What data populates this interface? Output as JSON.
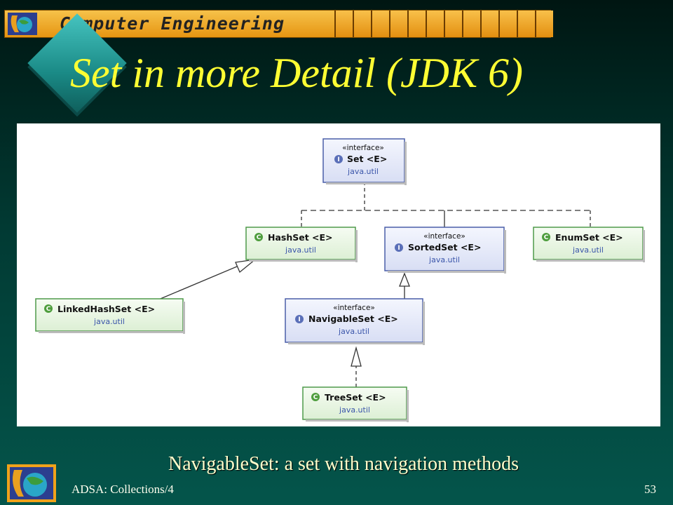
{
  "header": {
    "banner_title": "Computer Engineering",
    "slide_title": "Set in more Detail (JDK 6)"
  },
  "diagram": {
    "nodes": {
      "set": {
        "stereotype": "«interface»",
        "name": "Set <E>",
        "package": "java.util",
        "kind": "interface"
      },
      "hashset": {
        "name": "HashSet <E>",
        "package": "java.util",
        "kind": "class"
      },
      "sortedset": {
        "stereotype": "«interface»",
        "name": "SortedSet <E>",
        "package": "java.util",
        "kind": "interface"
      },
      "enumset": {
        "name": "EnumSet <E>",
        "package": "java.util",
        "kind": "class"
      },
      "linkedhashset": {
        "name": "LinkedHashSet <E>",
        "package": "java.util",
        "kind": "class"
      },
      "navigableset": {
        "stereotype": "«interface»",
        "name": "NavigableSet <E>",
        "package": "java.util",
        "kind": "interface"
      },
      "treeset": {
        "name": "TreeSet <E>",
        "package": "java.util",
        "kind": "class"
      }
    },
    "icons": {
      "interface": "I",
      "class": "C"
    },
    "colors": {
      "interface_fill": "#e4e8f8",
      "interface_border": "#4a5ea8",
      "class_fill": "#e8f5e3",
      "class_border": "#4e9a4a"
    }
  },
  "caption": "NavigableSet: a set with navigation methods",
  "footer": {
    "course": "ADSA: Collections/4",
    "page": "53"
  }
}
